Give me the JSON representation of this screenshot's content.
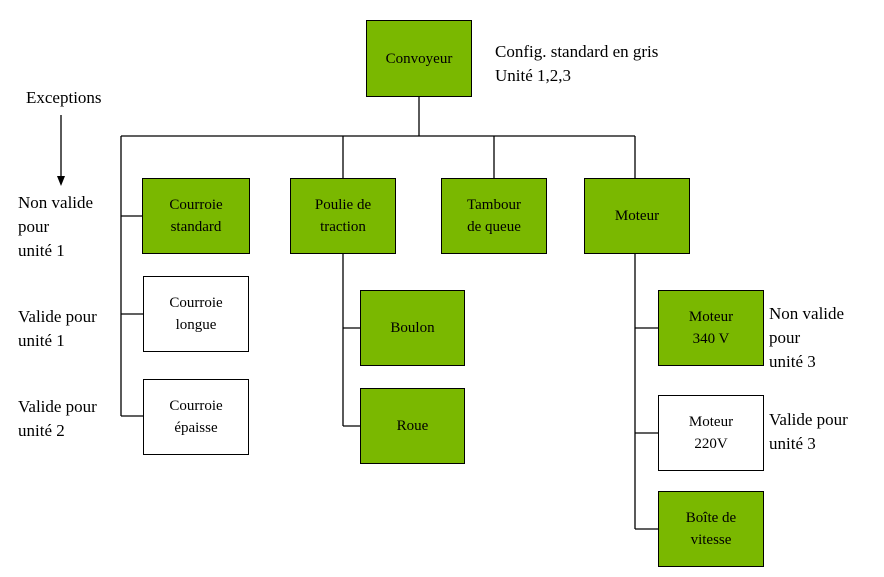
{
  "colors": {
    "standard": "#7ab800",
    "exception": "#ffffff",
    "connector": "#000000"
  },
  "legend": {
    "line1": "Config. standard en gris",
    "line2": "Unité 1,2,3"
  },
  "exceptions_header": "Exceptions",
  "nodes": {
    "convoyeur": "Convoyeur",
    "courroie_standard": "Courroie\nstandard",
    "poulie": "Poulie de\ntraction",
    "tambour": "Tambour\nde queue",
    "moteur": "Moteur",
    "courroie_longue": "Courroie\nlongue",
    "courroie_epaisse": "Courroie\népaisse",
    "boulon": "Boulon",
    "roue": "Roue",
    "moteur_340": "Moteur\n340 V",
    "moteur_220": "Moteur\n220V",
    "boite": "Boîte de\nvitesse"
  },
  "notes": {
    "courroie_standard": "Non valide\npour\nunité 1",
    "courroie_longue": "Valide pour\nunité 1",
    "courroie_epaisse": "Valide pour\nunité 2",
    "moteur_340": "Non valide\npour\nunité 3",
    "moteur_220": "Valide pour\nunité 3"
  }
}
